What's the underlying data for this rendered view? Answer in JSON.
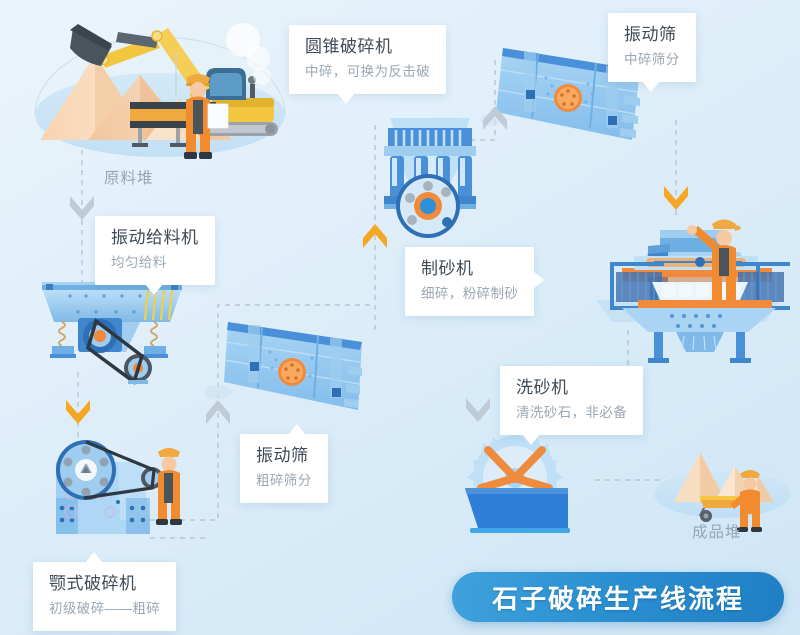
{
  "title_badge": {
    "text": "石子破碎生产线流程",
    "color": "#2a8fd0"
  },
  "captions": [
    {
      "name": "raw-material-pile",
      "text": "原料堆"
    },
    {
      "name": "finished-product-pile",
      "text": "成品堆"
    }
  ],
  "nodes": [
    {
      "id": "cone-crusher",
      "title": "圆锥破碎机",
      "subtitle": "中碎，可换为反击破"
    },
    {
      "id": "vibrating-screen-medium",
      "title": "振动筛",
      "subtitle": "中碎筛分"
    },
    {
      "id": "vibrating-feeder",
      "title": "振动给料机",
      "subtitle": "均匀给料"
    },
    {
      "id": "sand-making-machine",
      "title": "制砂机",
      "subtitle": "细碎，粉碎制砂"
    },
    {
      "id": "sand-washer",
      "title": "洗砂机",
      "subtitle": "清洗砂石，非必备"
    },
    {
      "id": "vibrating-screen-coarse",
      "title": "振动筛",
      "subtitle": "粗碎筛分"
    },
    {
      "id": "jaw-crusher",
      "title": "颚式破碎机",
      "subtitle": "初级破碎——粗碎"
    }
  ],
  "flow_arrows": [
    {
      "name": "arrow-raw-to-feeder",
      "direction": "down",
      "color": "#b9c6cf"
    },
    {
      "name": "arrow-feeder-to-jaw",
      "direction": "down",
      "color": "#f5a623"
    },
    {
      "name": "arrow-jaw-to-screen-coarse",
      "direction": "up",
      "color": "#b9c6cf"
    },
    {
      "name": "arrow-screen-to-cone",
      "direction": "up",
      "color": "#f5a623"
    },
    {
      "name": "arrow-cone-to-screen-medium",
      "direction": "up",
      "color": "#b9c6cf"
    },
    {
      "name": "arrow-screen-medium-to-sandmaker",
      "direction": "down",
      "color": "#f5a623"
    },
    {
      "name": "arrow-sandmaker-to-washer",
      "direction": "down",
      "color": "#b9c6cf"
    }
  ],
  "palette": {
    "background_top": "#eaf4fb",
    "background_bottom": "#cfe6f6",
    "machine_blue": "#4a90d9",
    "machine_light_blue": "#9ecdf0",
    "accent_orange": "#f08a3c",
    "worker_orange": "#f28a2e",
    "excavator_yellow": "#f5c842",
    "dashed_line": "#b6c6d2",
    "card_text": "#3e4a55",
    "card_subtext": "#9aa7b2"
  }
}
